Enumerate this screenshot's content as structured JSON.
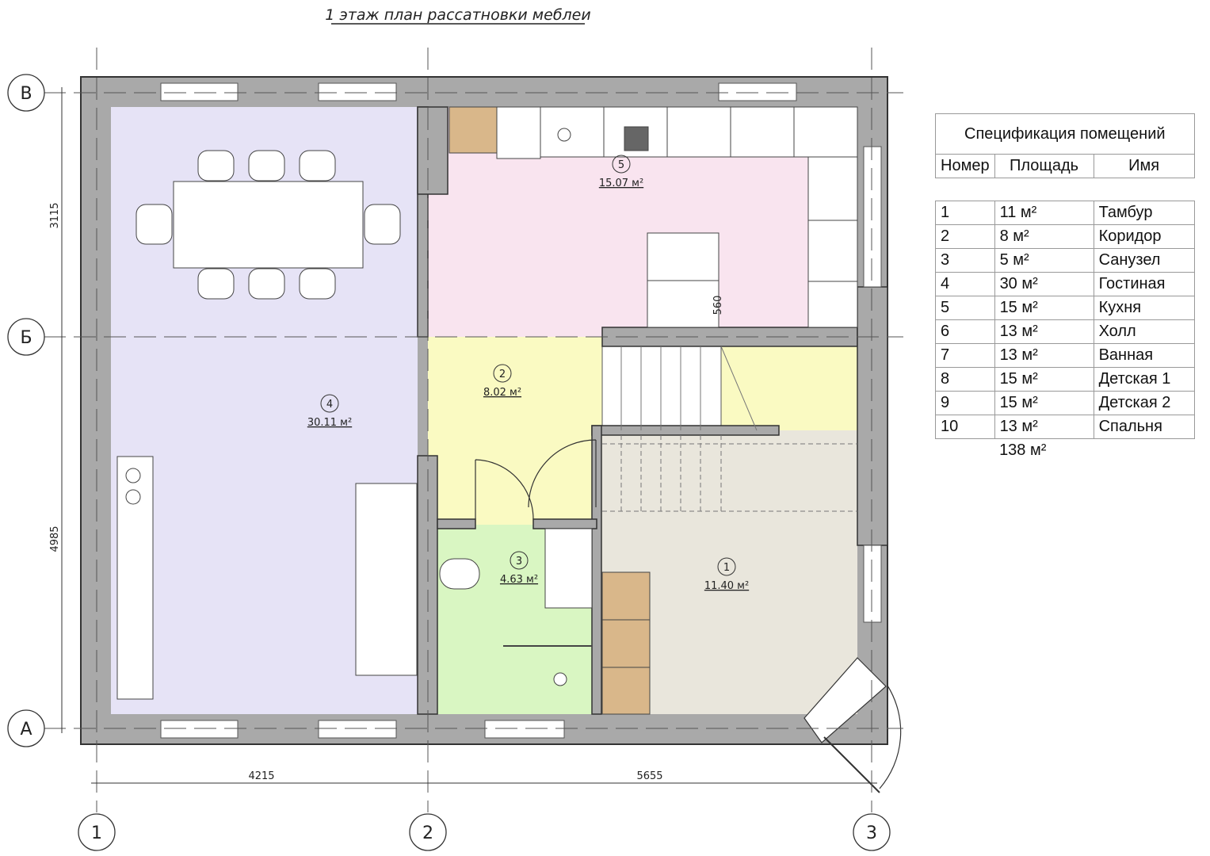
{
  "title": "1 этаж план рассатновки меблеи",
  "axes": {
    "rows": [
      "В",
      "Б",
      "А"
    ],
    "cols": [
      "1",
      "2",
      "3"
    ]
  },
  "dimensions": {
    "v1": "3115",
    "v2": "4985",
    "h1": "4215",
    "h2": "5655",
    "kitchen_gap": "560"
  },
  "rooms": [
    {
      "num": "1",
      "area": "11.40 м²",
      "color": "#e9e6dc"
    },
    {
      "num": "2",
      "area": "8.02 м²",
      "color": "#fafac2"
    },
    {
      "num": "3",
      "area": "4.63 м²",
      "color": "#d9f6c2"
    },
    {
      "num": "4",
      "area": "30.11 м²",
      "color": "#e6e3f6"
    },
    {
      "num": "5",
      "area": "15.07 м²",
      "color": "#f9e4ef"
    }
  ],
  "spec": {
    "title": "Спецификация помещений",
    "headers": [
      "Номер",
      "Площадь",
      "Имя"
    ],
    "rows": [
      [
        "1",
        "11 м²",
        "Тамбур"
      ],
      [
        "2",
        "8 м²",
        "Коридор"
      ],
      [
        "3",
        "5 м²",
        "Санузел"
      ],
      [
        "4",
        "30 м²",
        "Гостиная"
      ],
      [
        "5",
        "15 м²",
        "Кухня"
      ],
      [
        "6",
        "13 м²",
        "Холл"
      ],
      [
        "7",
        "13 м²",
        "Ванная"
      ],
      [
        "8",
        "15 м²",
        "Детская 1"
      ],
      [
        "9",
        "15 м²",
        "Детская 2"
      ],
      [
        "10",
        "13 м²",
        "Спальня"
      ]
    ],
    "total": "138 м²"
  }
}
